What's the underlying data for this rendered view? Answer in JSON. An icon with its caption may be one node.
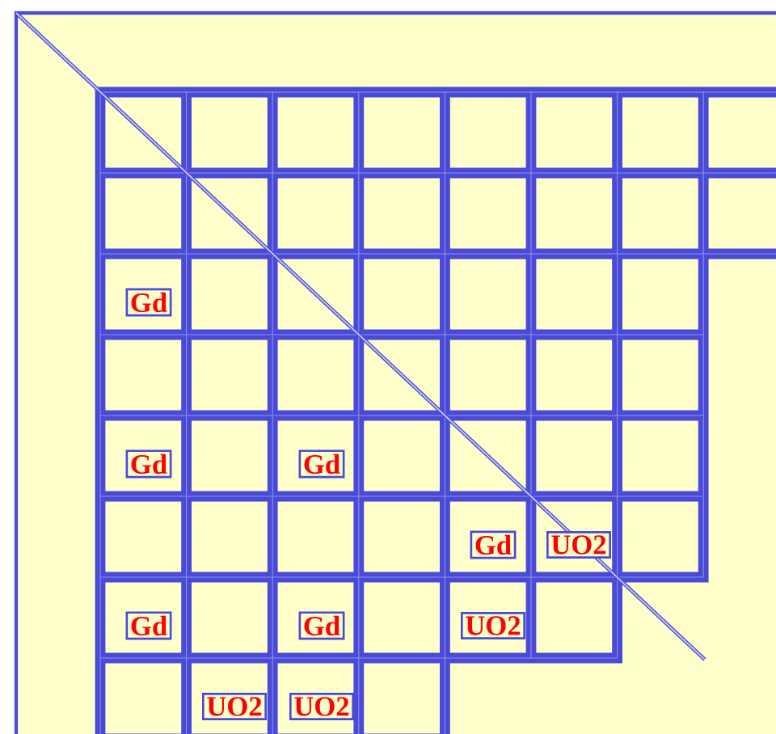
{
  "diagram": {
    "nodes": [
      {
        "text": [
          "Gd"
        ]
      },
      {
        "text": [
          "Gd"
        ]
      },
      {
        "text": [
          "Gd"
        ]
      },
      {
        "text": [
          "Gd"
        ]
      },
      {
        "text": [
          "UO2"
        ]
      },
      {
        "text": [
          "Gd"
        ]
      },
      {
        "text": [
          "Gd"
        ]
      },
      {
        "text": [
          "UO2"
        ]
      },
      {
        "text": [
          "UO2"
        ]
      },
      {
        "text": [
          "UO2"
        ]
      }
    ]
  }
}
